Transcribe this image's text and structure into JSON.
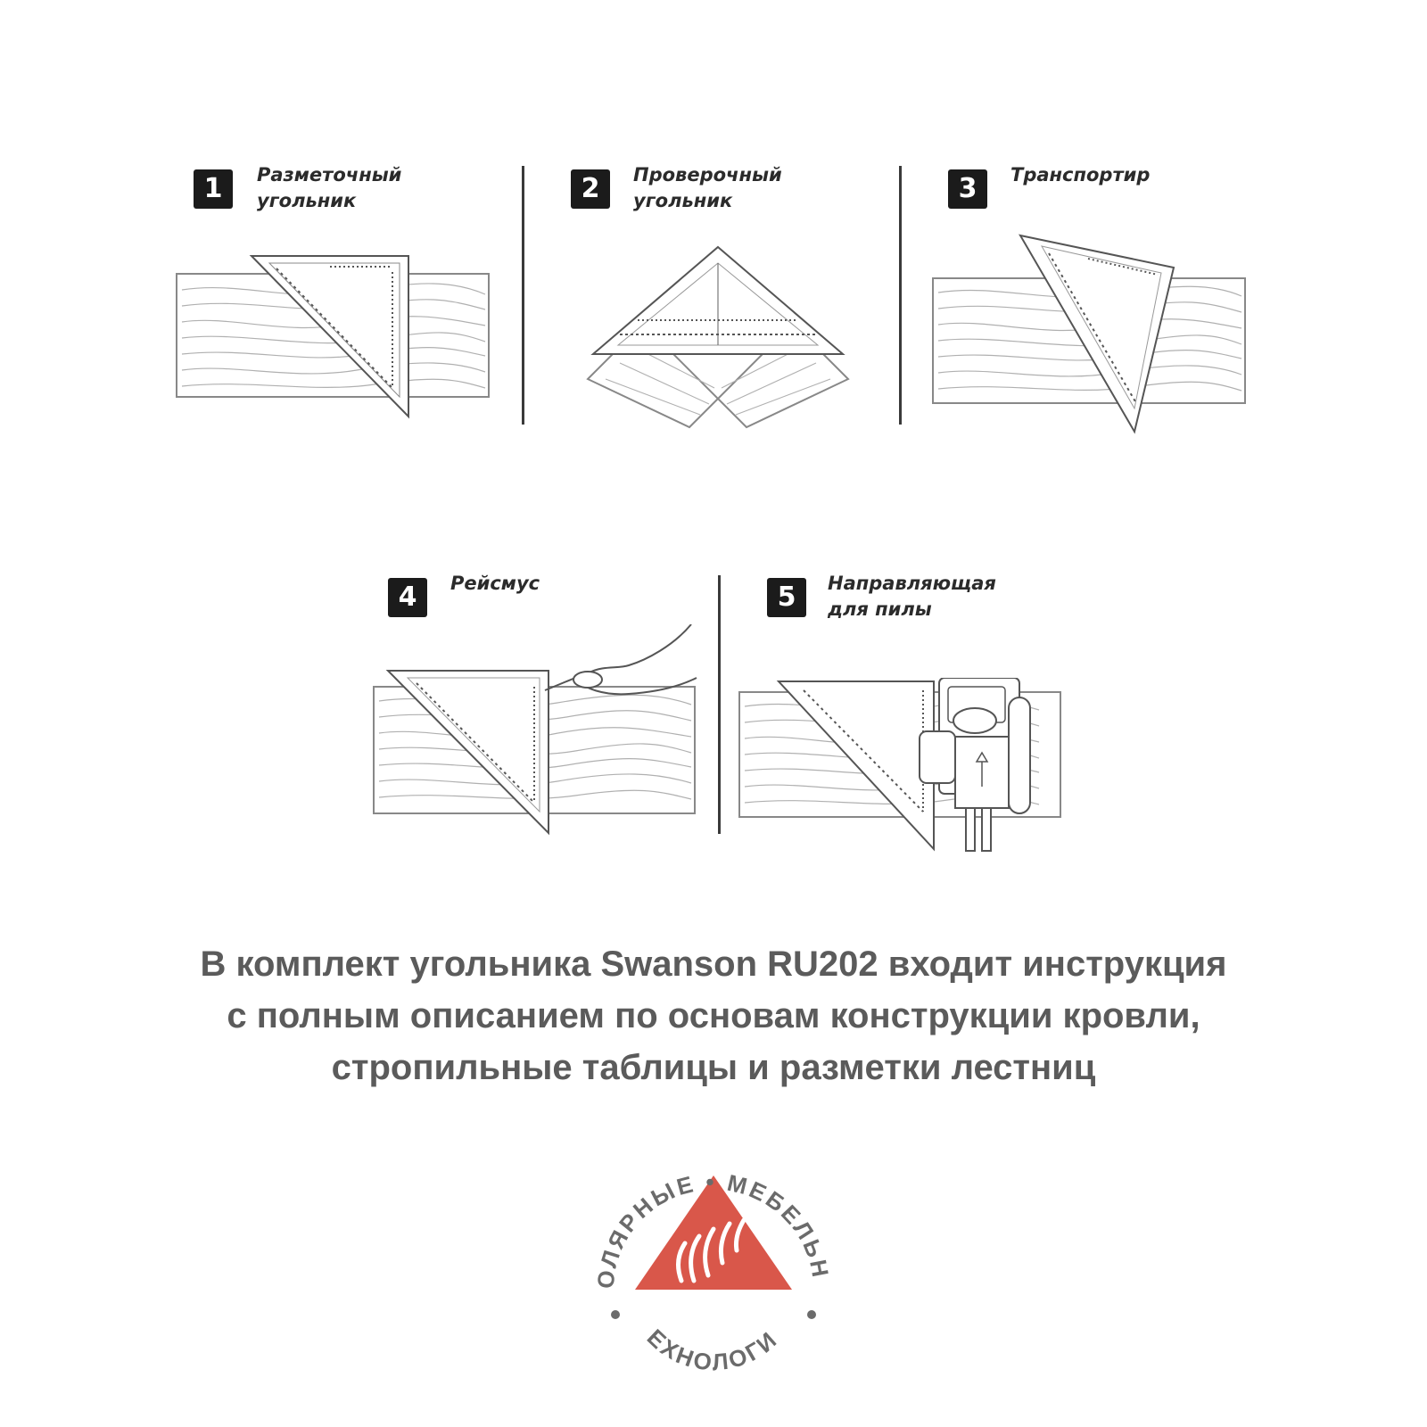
{
  "steps": [
    {
      "number": "1",
      "line1": "Разметочный",
      "line2": "угольник"
    },
    {
      "number": "2",
      "line1": "Проверочный",
      "line2": "угольник"
    },
    {
      "number": "3",
      "line1": "Транспортир",
      "line2": ""
    },
    {
      "number": "4",
      "line1": "Рейсмус",
      "line2": ""
    },
    {
      "number": "5",
      "line1": "Направляющая",
      "line2": "для пилы"
    }
  ],
  "caption": {
    "line1": "В комплект  угольника Swanson  RU202 входит инструкция",
    "line2": "с полным описанием по основам конструкции  кровли,",
    "line3": "стропильные таблицы и разметки лестниц"
  },
  "logo": {
    "top_text": "СТОЛЯРНЫЕ • МЕБЕЛЬНЫЕ",
    "bottom_text": "ТЕХНОЛОГИИ",
    "color": "#d9574a",
    "text_color": "#6b6b6b"
  }
}
